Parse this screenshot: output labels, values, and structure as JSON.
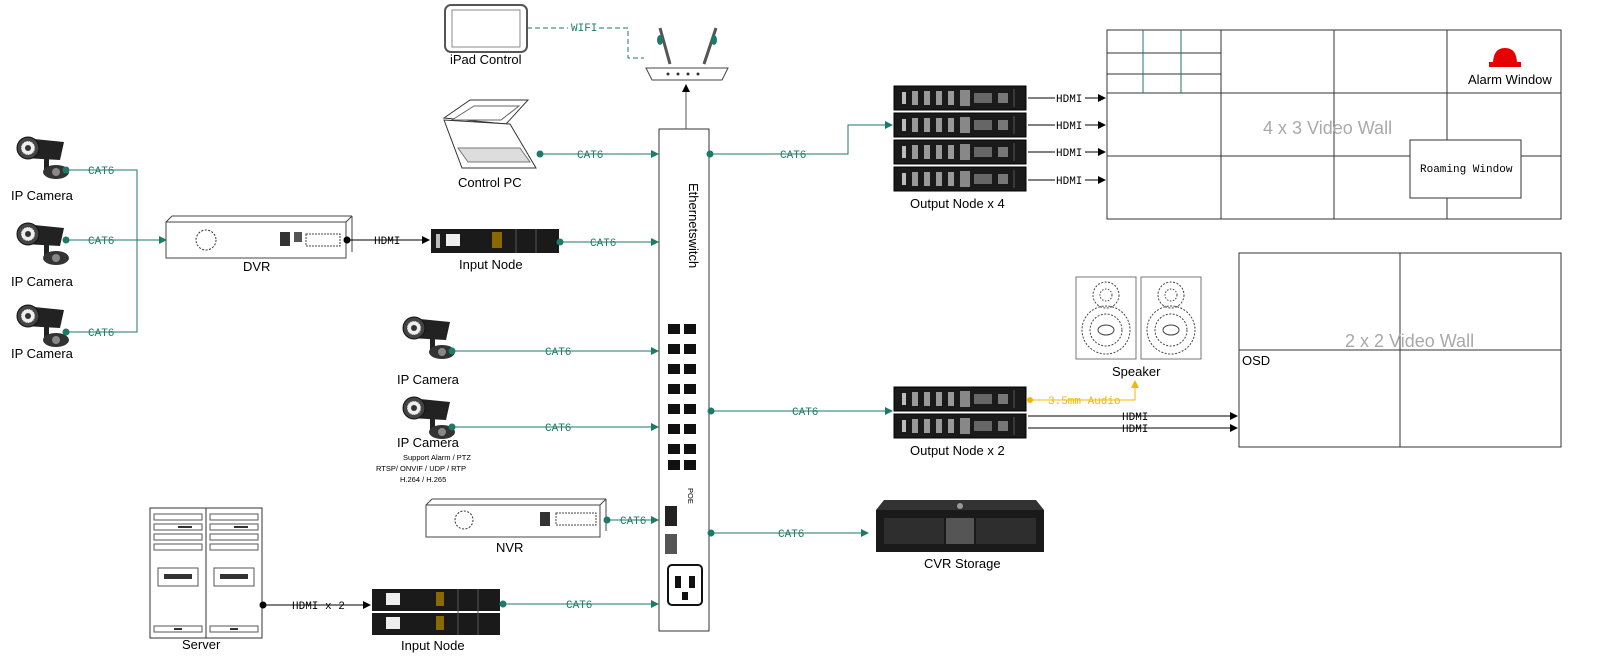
{
  "devices": {
    "ipad_label": "iPad Control",
    "control_pc_label": "Control PC",
    "ip_camera_label": "IP Camera",
    "dvr_label": "DVR",
    "input_node_label": "Input Node",
    "nvr_label": "NVR",
    "server_label": "Server",
    "output_node_4_label": "Output Node x 4",
    "output_node_2_label": "Output Node x 2",
    "speaker_label": "Speaker",
    "cvr_label": "CVR Storage",
    "switch_label": "Ethernetswitch",
    "poe_label": "POE"
  },
  "camera_notes": [
    "Support Alarm / PTZ",
    "RTSP/ ONVIF / UDP / RTP",
    "H.264 / H.265"
  ],
  "cables": {
    "cat6": "CAT6",
    "hdmi": "HDMI",
    "wifi": "WIFI",
    "hdmi_x2": "HDMI x 2",
    "audio": "3.5mm Audio"
  },
  "walls": {
    "wall_4x3": "4 x 3 Video Wall",
    "wall_2x2": "2 x 2 Video Wall",
    "alarm_window": "Alarm Window",
    "roaming_window": "Roaming Window",
    "osd": "OSD"
  },
  "colors": {
    "cable": "#1d7a68",
    "audio": "#f2b705",
    "alarm": "#e60000"
  }
}
